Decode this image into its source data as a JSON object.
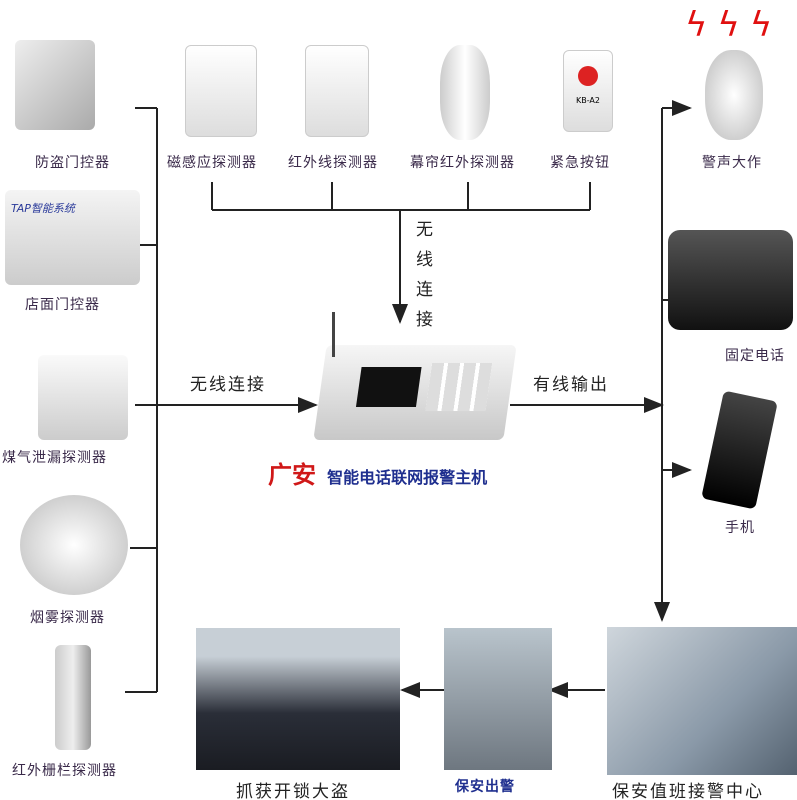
{
  "left_devices": [
    "防盗门控器",
    "店面门控器",
    "煤气泄漏探测器",
    "烟雾探测器",
    "红外栅栏探测器"
  ],
  "top_devices": [
    "磁感应探测器",
    "红外线探测器",
    "幕帘红外探测器",
    "紧急按钮"
  ],
  "right_outputs": [
    "警声大作",
    "固定电话",
    "手机"
  ],
  "bottom": [
    "保安值班接警中心",
    "保安出警",
    "抓获开锁大盗"
  ],
  "wireless_left": "无线连接",
  "wireless_top": "无线连接",
  "wired_output": "有线输出",
  "host": {
    "brand": "广安",
    "name": "智能电话联网报警主机"
  },
  "device_text": {
    "store_controller": "TAP智能系统",
    "emergency_button": "KB-A2"
  },
  "colors": {
    "brand": "#d01818",
    "host_name": "#1f2f8f",
    "label": "#3a2a4a"
  }
}
